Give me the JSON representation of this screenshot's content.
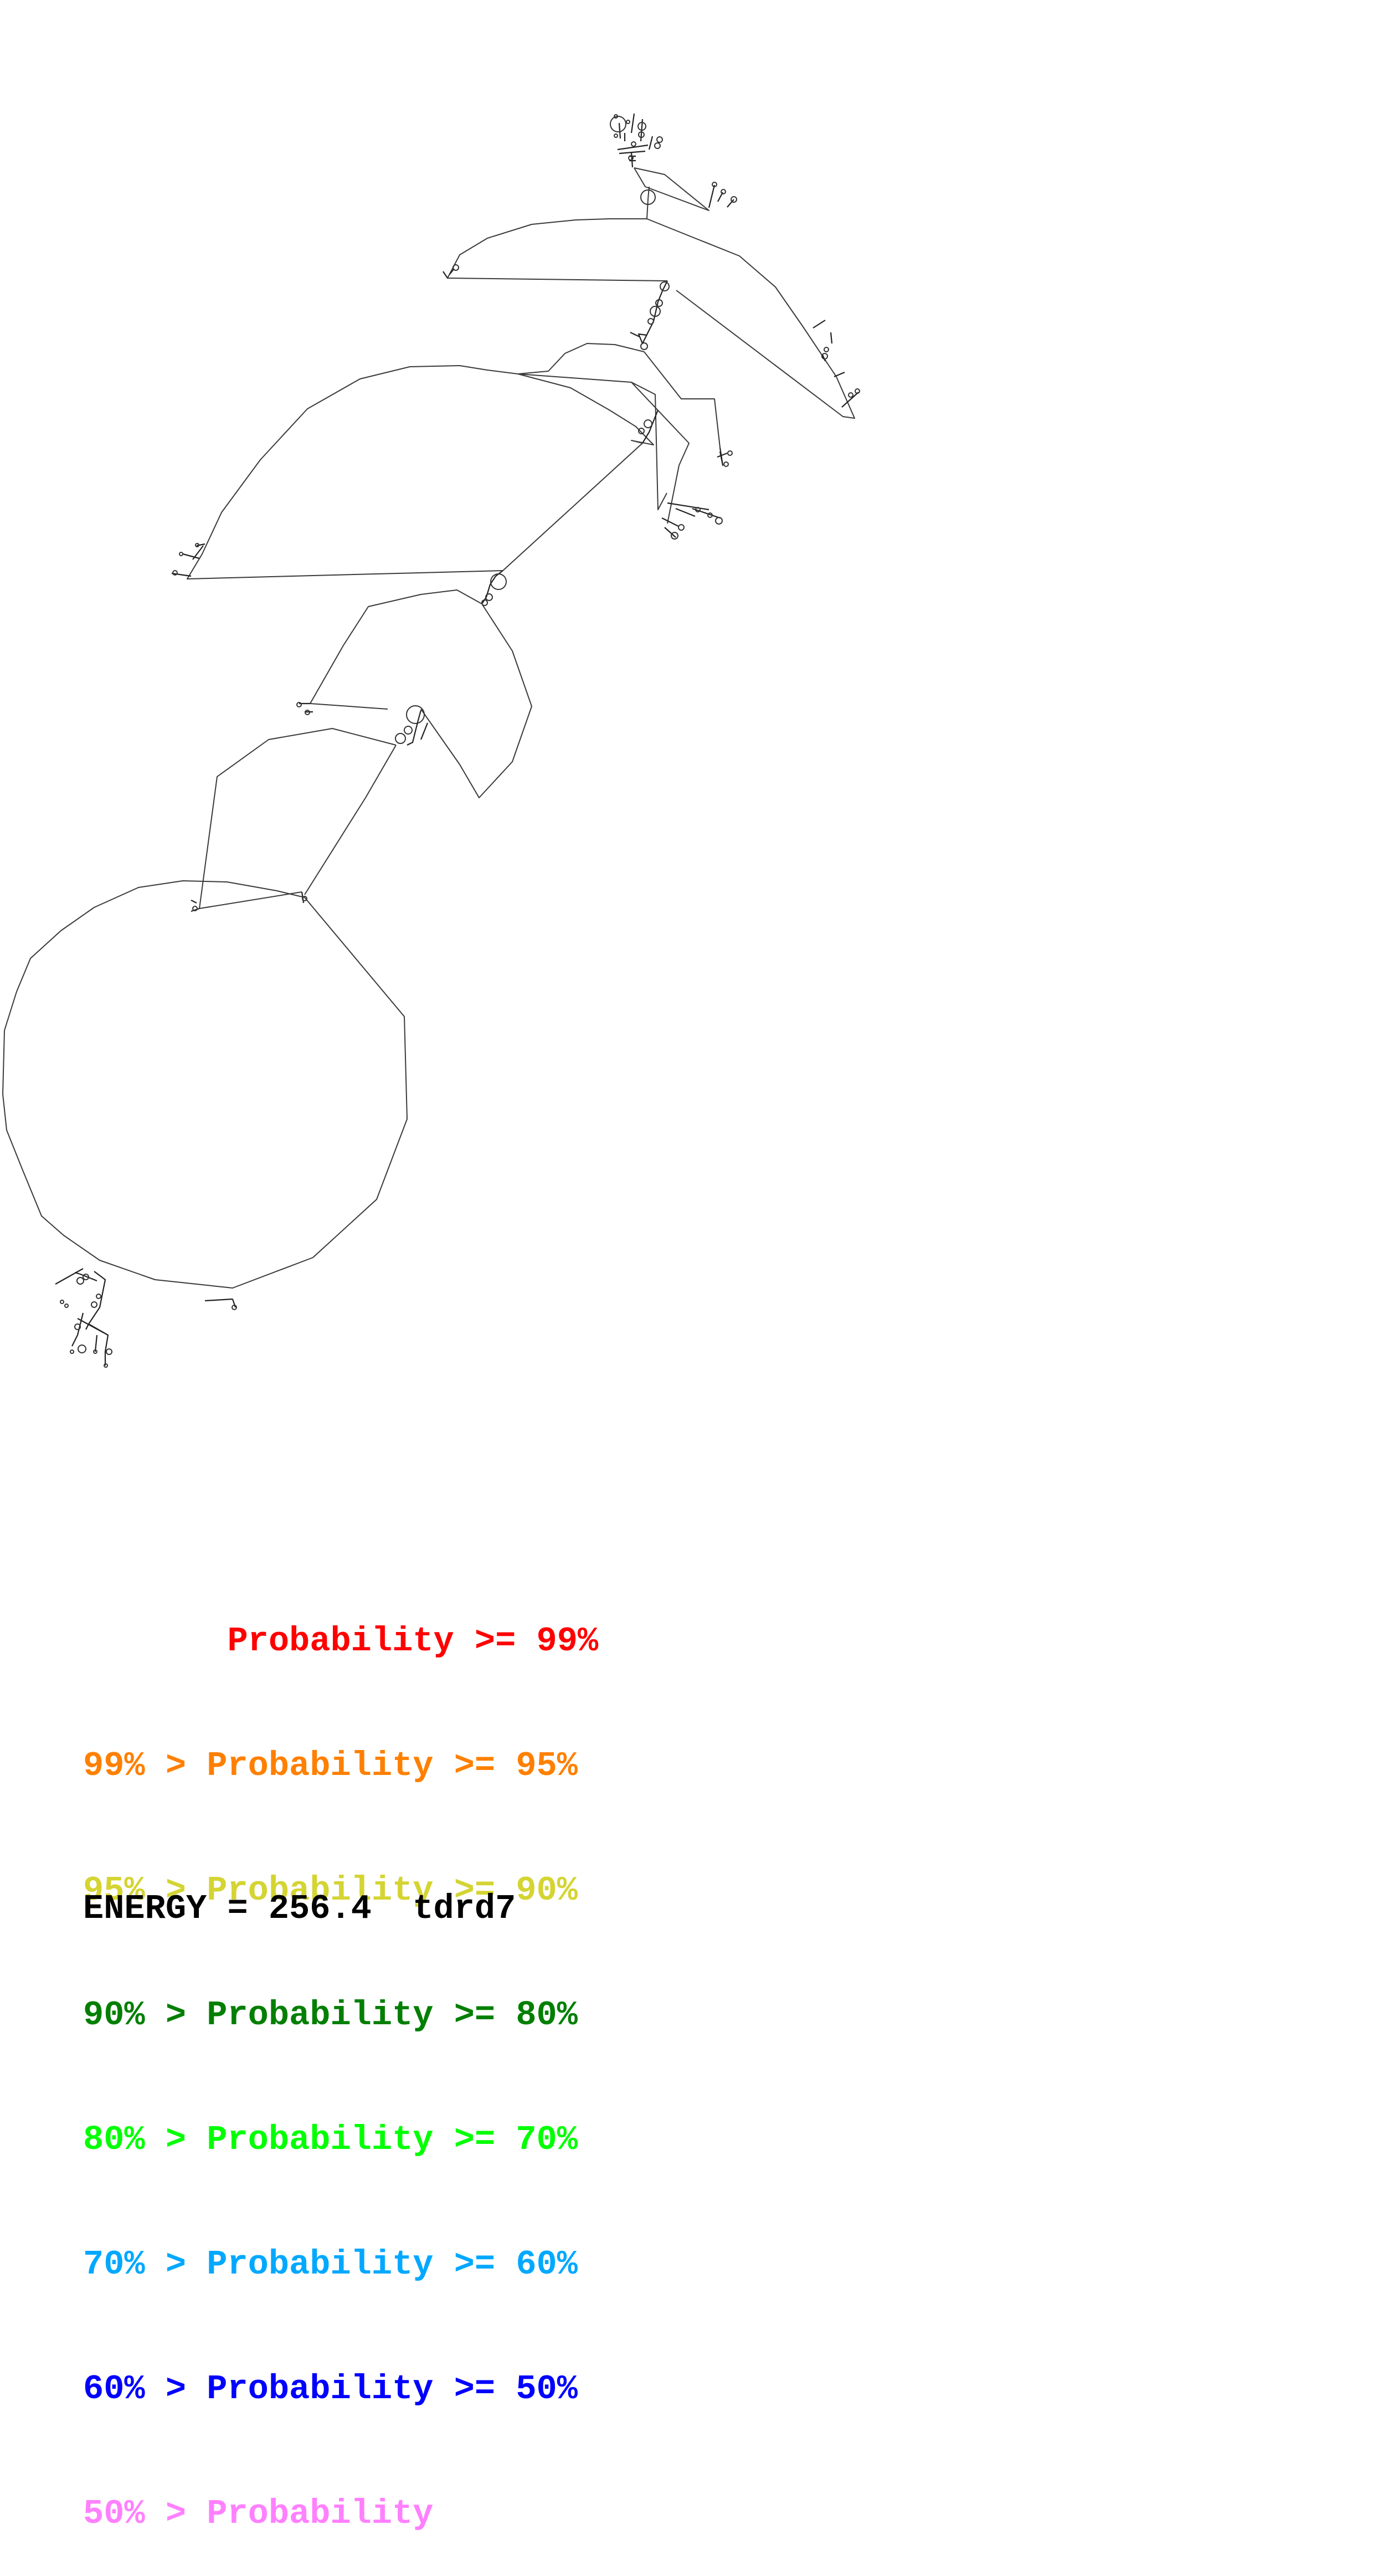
{
  "diagram": {
    "type": "rna-secondary-structure",
    "molecule_name": "tdrd7",
    "energy_label": "ENERGY",
    "energy_value": "256.4"
  },
  "legend": {
    "title": "Base-pair probability color key",
    "entries": [
      {
        "lower_text": "",
        "label": "Probability",
        "upper_text": ">= 99%",
        "color": "#ff0000",
        "text": "       Probability >= 99%"
      },
      {
        "lower_text": "99% >",
        "label": "Probability",
        "upper_text": ">= 95%",
        "color": "#ff8000",
        "text": "99% > Probability >= 95%"
      },
      {
        "lower_text": "95% >",
        "label": "Probability",
        "upper_text": ">= 90%",
        "color": "#d4d433",
        "text": "95% > Probability >= 90%"
      },
      {
        "lower_text": "90% >",
        "label": "Probability",
        "upper_text": ">= 80%",
        "color": "#037f03",
        "text": "90% > Probability >= 80%"
      },
      {
        "lower_text": "80% >",
        "label": "Probability",
        "upper_text": ">= 70%",
        "color": "#00ff00",
        "text": "80% > Probability >= 70%"
      },
      {
        "lower_text": "70% >",
        "label": "Probability",
        "upper_text": ">= 60%",
        "color": "#00a8ff",
        "text": "70% > Probability >= 60%"
      },
      {
        "lower_text": "60% >",
        "label": "Probability",
        "upper_text": ">= 50%",
        "color": "#0000ff",
        "text": "60% > Probability >= 50%"
      },
      {
        "lower_text": "50% >",
        "label": "Probability",
        "upper_text": "",
        "color": "#ff80ff",
        "text": "50% > Probability"
      }
    ]
  },
  "footer": {
    "text": "ENERGY = 256.4  tdrd7"
  }
}
